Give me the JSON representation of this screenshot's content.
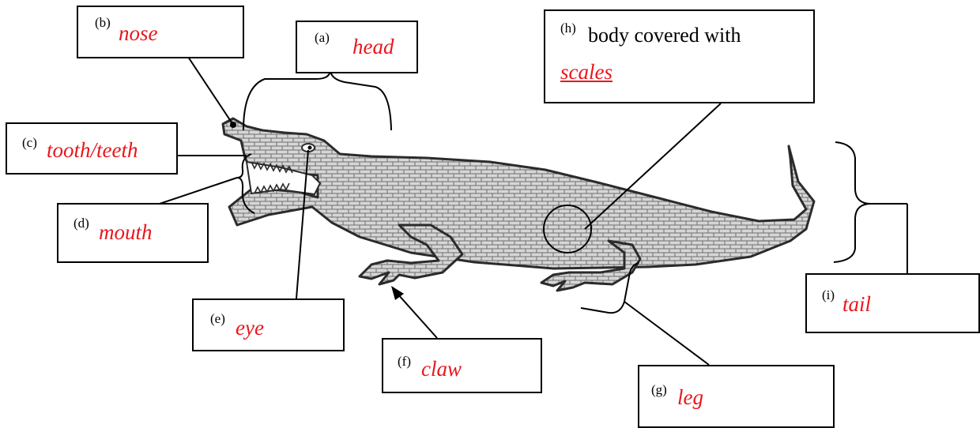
{
  "colors": {
    "answer": "#e8161c",
    "line": "#000000",
    "scale_fill": "#c9c9c9",
    "outline": "#2b2b2b"
  },
  "labels": [
    {
      "id": "a",
      "letter": "(a)",
      "text": "head"
    },
    {
      "id": "b",
      "letter": "(b)",
      "text": "nose"
    },
    {
      "id": "c",
      "letter": "(c)",
      "text": "tooth/teeth"
    },
    {
      "id": "d",
      "letter": "(d)",
      "text": "mouth"
    },
    {
      "id": "e",
      "letter": "(e)",
      "text": "eye"
    },
    {
      "id": "f",
      "letter": "(f)",
      "text": "claw"
    },
    {
      "id": "g",
      "letter": "(g)",
      "text": "leg"
    },
    {
      "id": "h",
      "letter": "(h)",
      "prefix": "body covered with",
      "text": "scales"
    },
    {
      "id": "i",
      "letter": "(i)",
      "text": "tail"
    }
  ]
}
